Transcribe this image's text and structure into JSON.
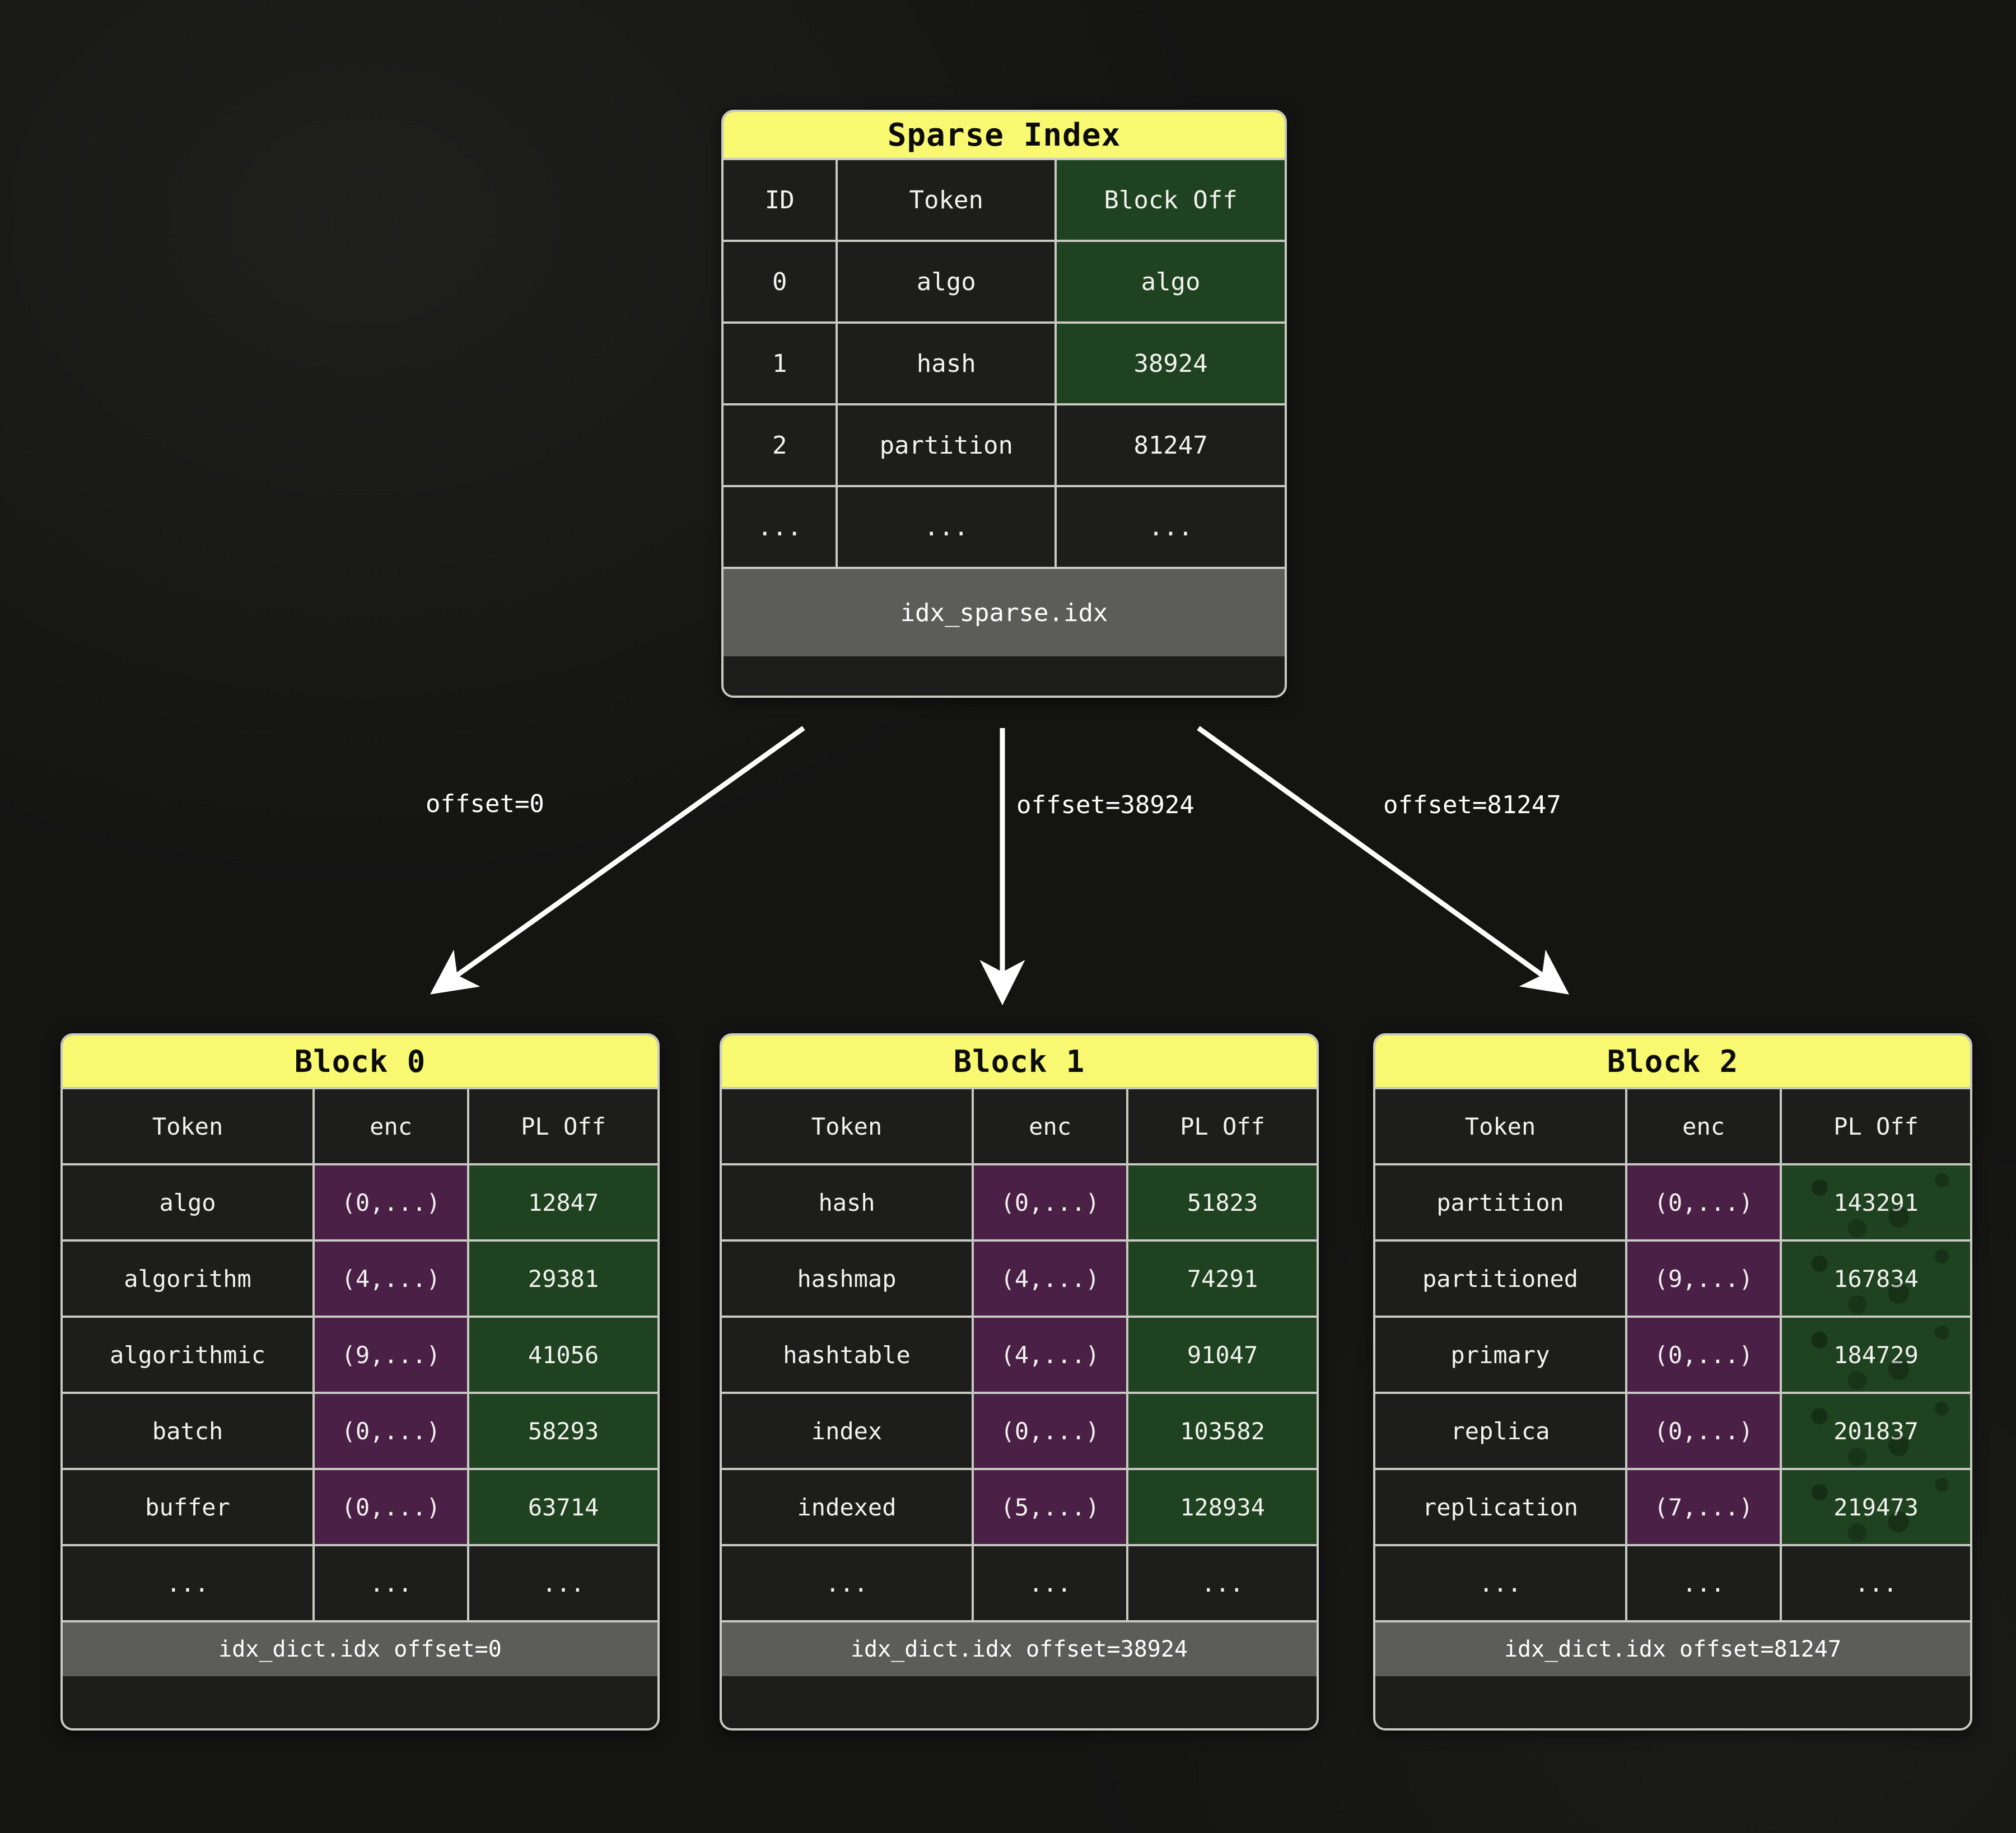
{
  "colors": {
    "background": "#141413",
    "panel_border": "#c9c9c4",
    "title_yellow": "#f8f871",
    "footer_gray": "#5c5c59",
    "cell_dark": "#1d1d1b",
    "highlight_green": "#1f4220",
    "highlight_purple": "#4b2047",
    "arrow_white": "#ffffff"
  },
  "sparse_index": {
    "title": "Sparse Index",
    "columns": [
      "ID",
      "Token",
      "Block Off"
    ],
    "rows": [
      {
        "id": "0",
        "token": "algo",
        "block_off": "algo",
        "off_highlight": true
      },
      {
        "id": "1",
        "token": "hash",
        "block_off": "38924",
        "off_highlight": true
      },
      {
        "id": "2",
        "token": "partition",
        "block_off": "81247",
        "off_highlight": false
      },
      {
        "id": "...",
        "token": "...",
        "block_off": "...",
        "off_highlight": false
      }
    ],
    "header_off_highlight": true,
    "footer": "idx_sparse.idx"
  },
  "arrows": [
    {
      "label": "offset=0"
    },
    {
      "label": "offset=38924"
    },
    {
      "label": "offset=81247"
    }
  ],
  "blocks": [
    {
      "title": "Block 0",
      "columns": [
        "Token",
        "enc",
        "PL Off"
      ],
      "rows": [
        {
          "token": "algo",
          "enc": "(0,...)",
          "pl_off": "12847"
        },
        {
          "token": "algorithm",
          "enc": "(4,...)",
          "pl_off": "29381"
        },
        {
          "token": "algorithmic",
          "enc": "(9,...)",
          "pl_off": "41056"
        },
        {
          "token": "batch",
          "enc": "(0,...)",
          "pl_off": "58293"
        },
        {
          "token": "buffer",
          "enc": "(0,...)",
          "pl_off": "63714"
        },
        {
          "token": "...",
          "enc": "...",
          "pl_off": "..."
        }
      ],
      "footer": "idx_dict.idx offset=0"
    },
    {
      "title": "Block 1",
      "columns": [
        "Token",
        "enc",
        "PL Off"
      ],
      "rows": [
        {
          "token": "hash",
          "enc": "(0,...)",
          "pl_off": "51823"
        },
        {
          "token": "hashmap",
          "enc": "(4,...)",
          "pl_off": "74291"
        },
        {
          "token": "hashtable",
          "enc": "(4,...)",
          "pl_off": "91047"
        },
        {
          "token": "index",
          "enc": "(0,...)",
          "pl_off": "103582"
        },
        {
          "token": "indexed",
          "enc": "(5,...)",
          "pl_off": "128934"
        },
        {
          "token": "...",
          "enc": "...",
          "pl_off": "..."
        }
      ],
      "footer": "idx_dict.idx offset=38924"
    },
    {
      "title": "Block 2",
      "columns": [
        "Token",
        "enc",
        "PL Off"
      ],
      "rows": [
        {
          "token": "partition",
          "enc": "(0,...)",
          "pl_off": "143291"
        },
        {
          "token": "partitioned",
          "enc": "(9,...)",
          "pl_off": "167834"
        },
        {
          "token": "primary",
          "enc": "(0,...)",
          "pl_off": "184729"
        },
        {
          "token": "replica",
          "enc": "(0,...)",
          "pl_off": "201837"
        },
        {
          "token": "replication",
          "enc": "(7,...)",
          "pl_off": "219473"
        },
        {
          "token": "...",
          "enc": "...",
          "pl_off": "..."
        }
      ],
      "footer": "idx_dict.idx offset=81247"
    }
  ]
}
